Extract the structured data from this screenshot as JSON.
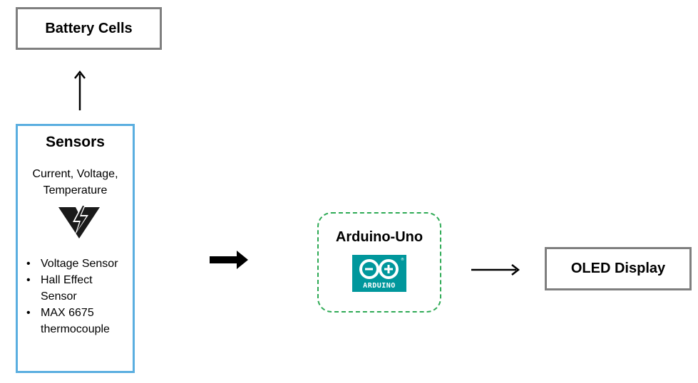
{
  "battery": {
    "label": "Battery Cells"
  },
  "sensors": {
    "title": "Sensors",
    "subtitle_line1": "Current, Voltage,",
    "subtitle_line2": "Temperature",
    "icon": "lightning-triangle-icon",
    "items": [
      {
        "line1": "Voltage Sensor",
        "line2": ""
      },
      {
        "line1": "Hall Effect",
        "line2": "Sensor"
      },
      {
        "line1": "MAX 6675",
        "line2": "thermocouple"
      }
    ]
  },
  "arduino": {
    "title": "Arduino-Uno",
    "logo_text": "ARDUINO",
    "logo_mark": "®",
    "icon": "arduino-infinity-logo"
  },
  "oled": {
    "label": "OLED Display"
  },
  "colors": {
    "gray_border": "#7f7f7f",
    "sensor_border": "#5aaee0",
    "arduino_border": "#2eaa55",
    "arduino_logo_bg": "#00979c",
    "arrow": "#000000"
  }
}
